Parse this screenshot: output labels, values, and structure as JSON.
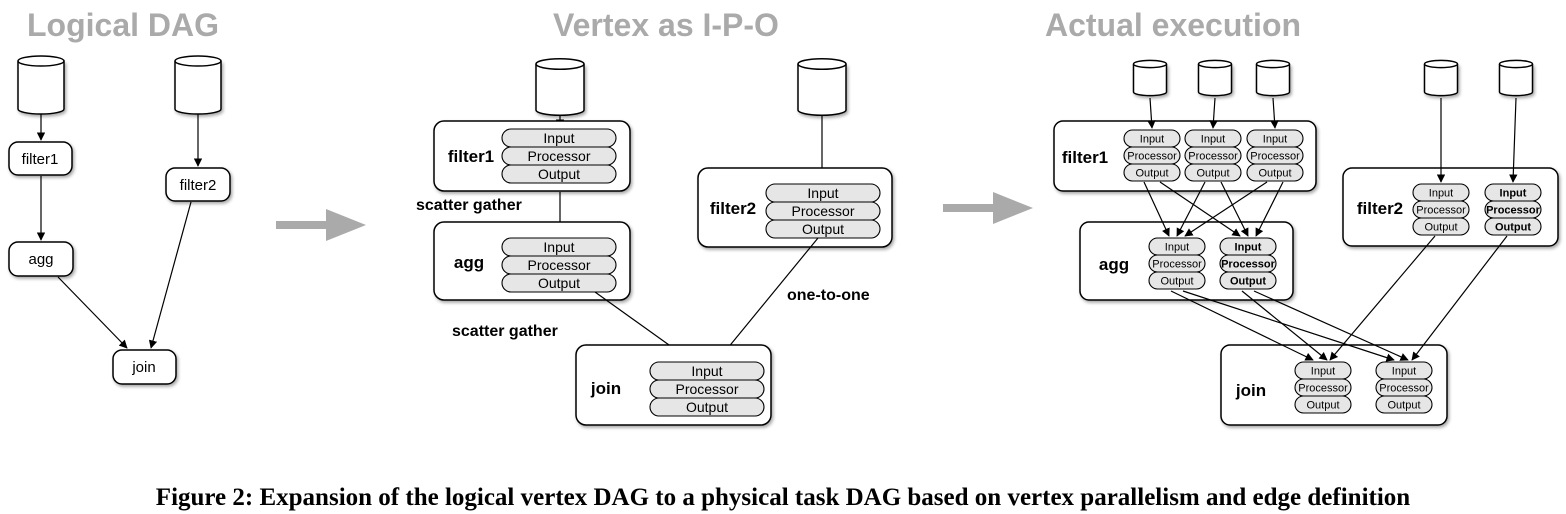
{
  "panels": {
    "logical": {
      "title": "Logical DAG"
    },
    "ipo": {
      "title": "Vertex as I-P-O"
    },
    "actual": {
      "title": "Actual execution"
    }
  },
  "vertices": {
    "filter1": "filter1",
    "filter2": "filter2",
    "agg": "agg",
    "join": "join"
  },
  "ipo_parts": {
    "input": "Input",
    "processor": "Processor",
    "output": "Output"
  },
  "edge_labels": {
    "scatter_gather": "scatter gather",
    "one_to_one": "one-to-one"
  },
  "caption": "Figure 2: Expansion of the logical vertex DAG to a physical task DAG based on vertex parallelism and edge definition",
  "colors": {
    "title_gray": "#aaaaaa",
    "arrow_gray": "#aaaaaa",
    "pill_fill": "#e6e6e6"
  }
}
